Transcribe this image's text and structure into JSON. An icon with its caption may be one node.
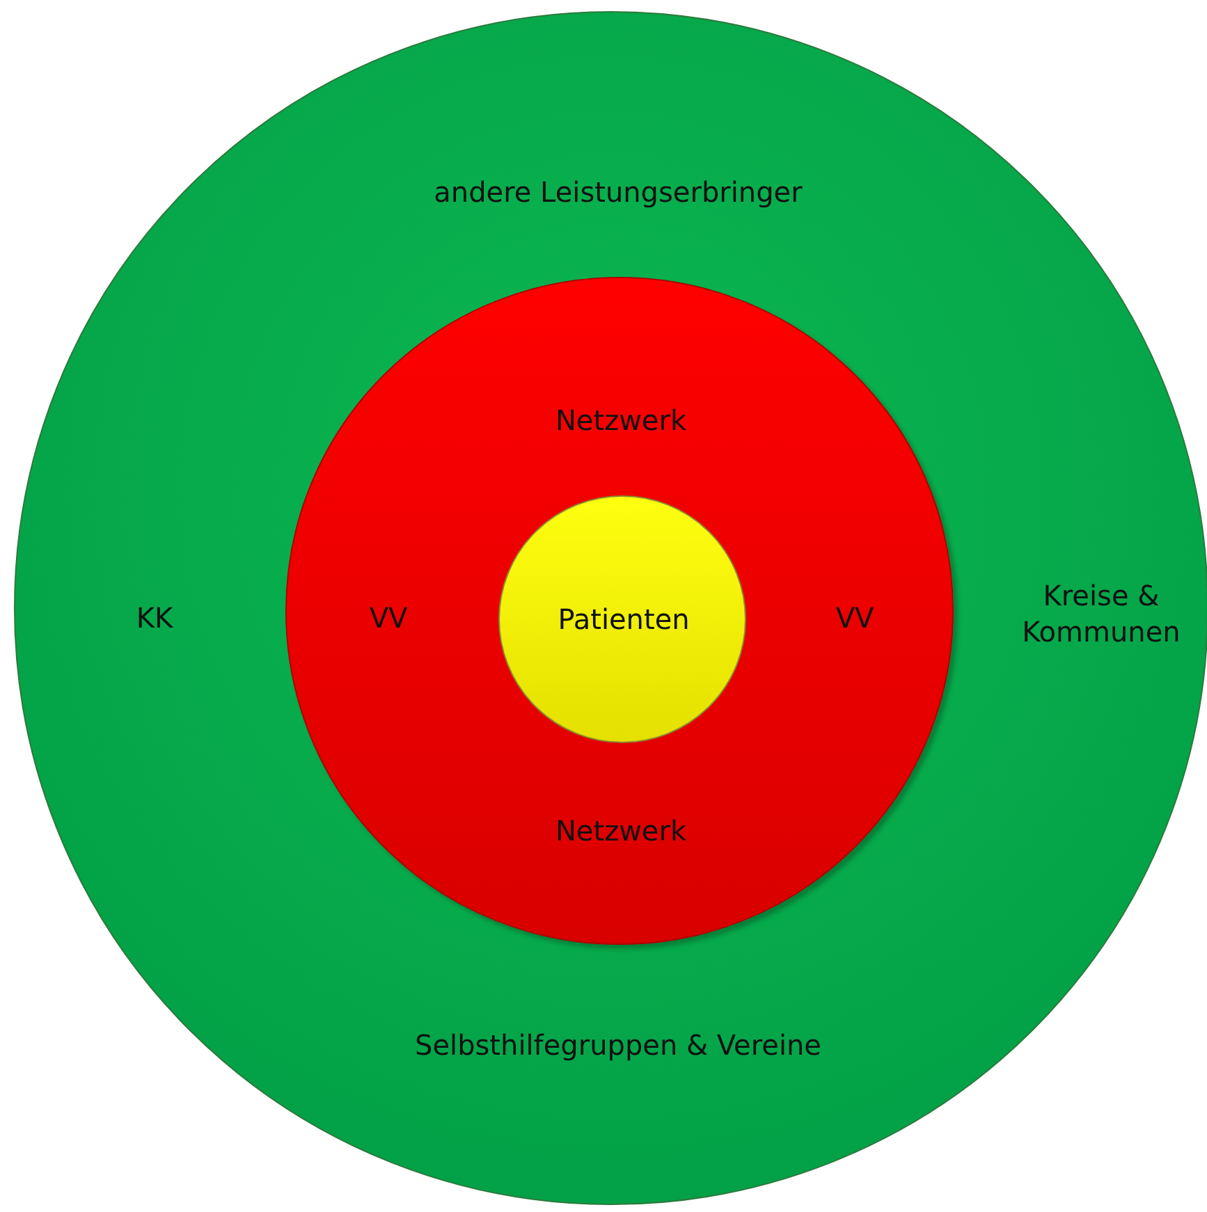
{
  "diagram": {
    "nodes": [
      {
        "text": [
          "andere Leistungserbringer",
          "KK",
          "Kreise & Kommunen",
          "Selbsthilfegruppen & Vereine"
        ]
      },
      {
        "text": [
          "Netzwerk",
          "VV",
          "VV",
          "Netzwerk"
        ],
        "in": 0
      },
      {
        "text": [
          "Patienten"
        ],
        "in": 1
      }
    ]
  }
}
